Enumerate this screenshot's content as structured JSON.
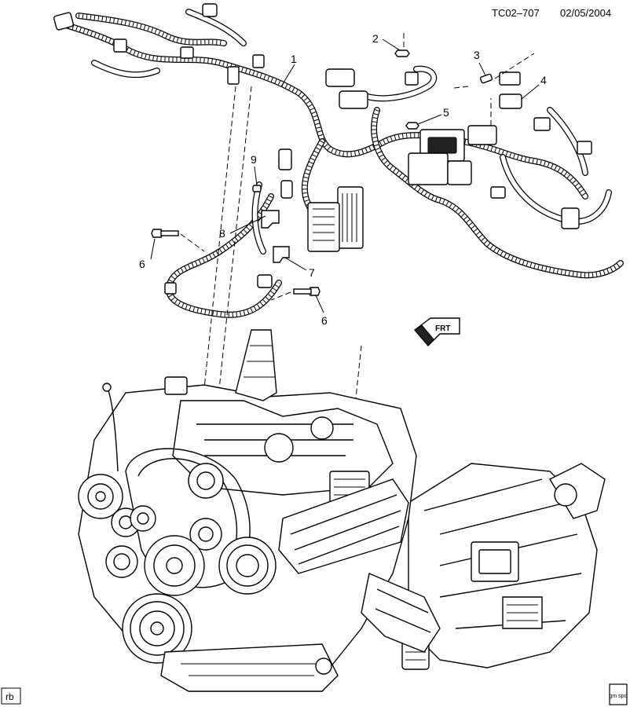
{
  "header": {
    "illustration_code": "TC02–707",
    "date": "02/05/2004"
  },
  "callouts": [
    {
      "id": "1",
      "label": "1"
    },
    {
      "id": "2",
      "label": "2"
    },
    {
      "id": "3",
      "label": "3"
    },
    {
      "id": "4",
      "label": "4"
    },
    {
      "id": "5",
      "label": "5"
    },
    {
      "id": "6a",
      "label": "6"
    },
    {
      "id": "6b",
      "label": "6"
    },
    {
      "id": "7",
      "label": "7"
    },
    {
      "id": "8",
      "label": "8"
    },
    {
      "id": "9",
      "label": "9"
    }
  ],
  "direction_arrow": {
    "label": "FRT"
  },
  "footer": {
    "illustrator_initials": "rb",
    "logo_text": "gm spo"
  }
}
